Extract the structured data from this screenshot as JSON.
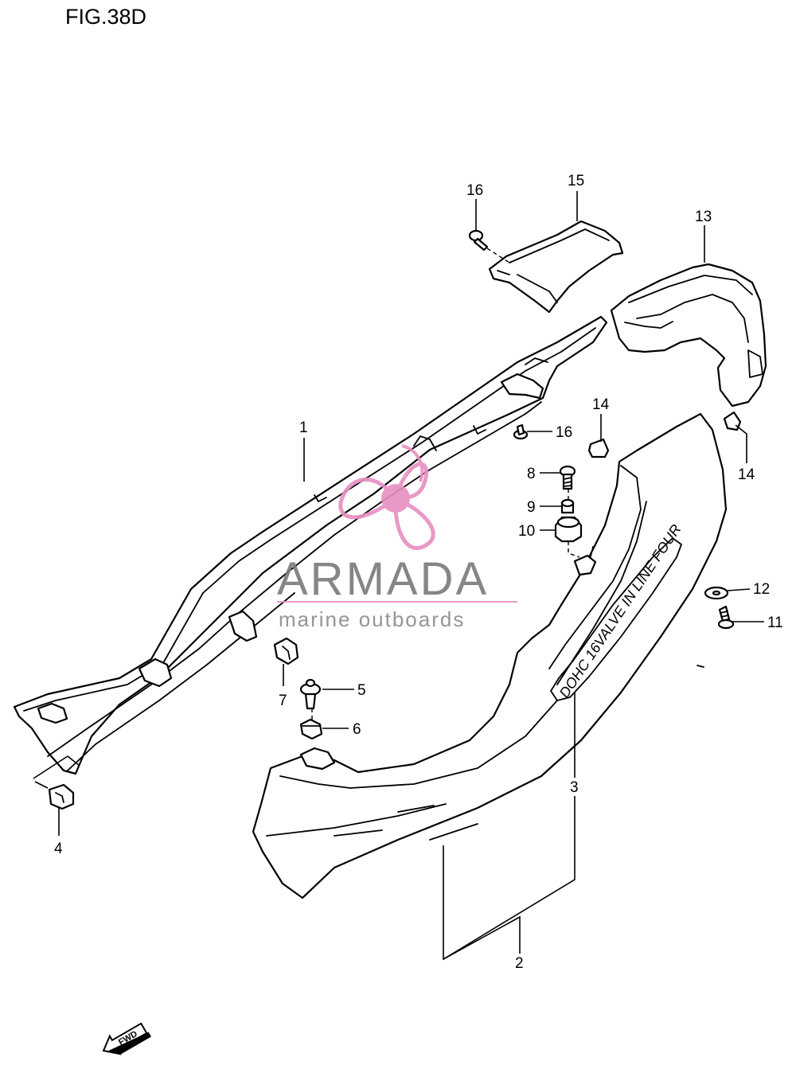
{
  "figure": {
    "title": "FIG.38D"
  },
  "callouts": [
    {
      "id": "c1",
      "text": "1"
    },
    {
      "id": "c2",
      "text": "2"
    },
    {
      "id": "c3",
      "text": "3"
    },
    {
      "id": "c4",
      "text": "4"
    },
    {
      "id": "c5",
      "text": "5"
    },
    {
      "id": "c6",
      "text": "6"
    },
    {
      "id": "c7",
      "text": "7"
    },
    {
      "id": "c8",
      "text": "8"
    },
    {
      "id": "c9",
      "text": "9"
    },
    {
      "id": "c10",
      "text": "10"
    },
    {
      "id": "c11",
      "text": "11"
    },
    {
      "id": "c12",
      "text": "12"
    },
    {
      "id": "c13",
      "text": "13"
    },
    {
      "id": "c14a",
      "text": "14"
    },
    {
      "id": "c14b",
      "text": "14"
    },
    {
      "id": "c15",
      "text": "15"
    },
    {
      "id": "c16a",
      "text": "16"
    },
    {
      "id": "c16b",
      "text": "16"
    }
  ],
  "cover_lettering": "DOHC 16VALVE IN LINE FOUR",
  "direction_arrow": {
    "label": "FWD",
    "icon": "fwd-arrow-icon"
  },
  "watermark": {
    "brand": "ARMADA",
    "tagline": "marine outboards",
    "icon": "propeller-logo-icon",
    "colors": {
      "logo": "#e78fc0",
      "brand_text": "#7a7a7a",
      "rule": "#e78fc0"
    }
  }
}
